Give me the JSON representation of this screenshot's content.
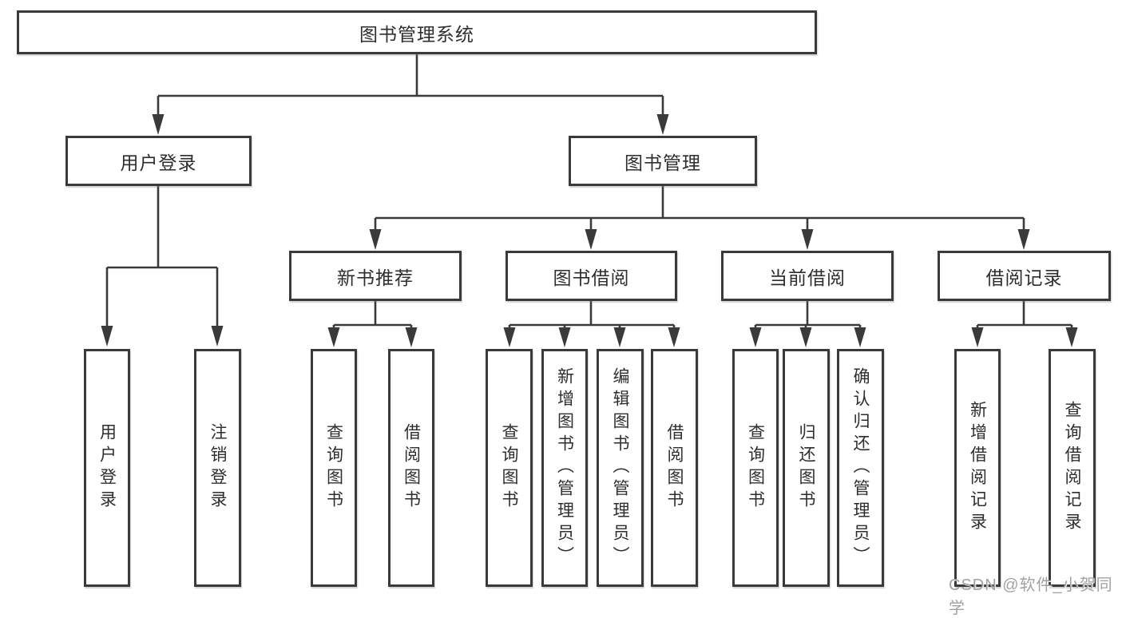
{
  "diagram_title": "图书管理系统",
  "nodes": {
    "root": "图书管理系统",
    "user_login": "用户登录",
    "book_mgmt": "图书管理",
    "new_book_rec": "新书推荐",
    "book_borrow": "图书借阅",
    "current_borrow": "当前借阅",
    "borrow_records": "借阅记录",
    "leaf_user_login": "用户登录",
    "leaf_logout": "注销登录",
    "leaf_rec_query_book": "查询图书",
    "leaf_rec_borrow_book": "借阅图书",
    "leaf_bb_query_book": "查询图书",
    "leaf_bb_add_book": "新增图书（管理员）",
    "leaf_bb_edit_book": "编辑图书（管理员）",
    "leaf_bb_borrow_book": "借阅图书",
    "leaf_cb_query_book": "查询图书",
    "leaf_cb_return_book": "归还图书",
    "leaf_cb_confirm_return": "确认归还（管理员）",
    "leaf_br_add_record": "新增借阅记录",
    "leaf_br_query_record": "查询借阅记录"
  },
  "watermark": "CSDN @软件_小贺同学",
  "colors": {
    "line": "#3a3a3a",
    "text": "#2e2e2e",
    "watermark": "#a2a2a2",
    "background": "#ffffff"
  }
}
